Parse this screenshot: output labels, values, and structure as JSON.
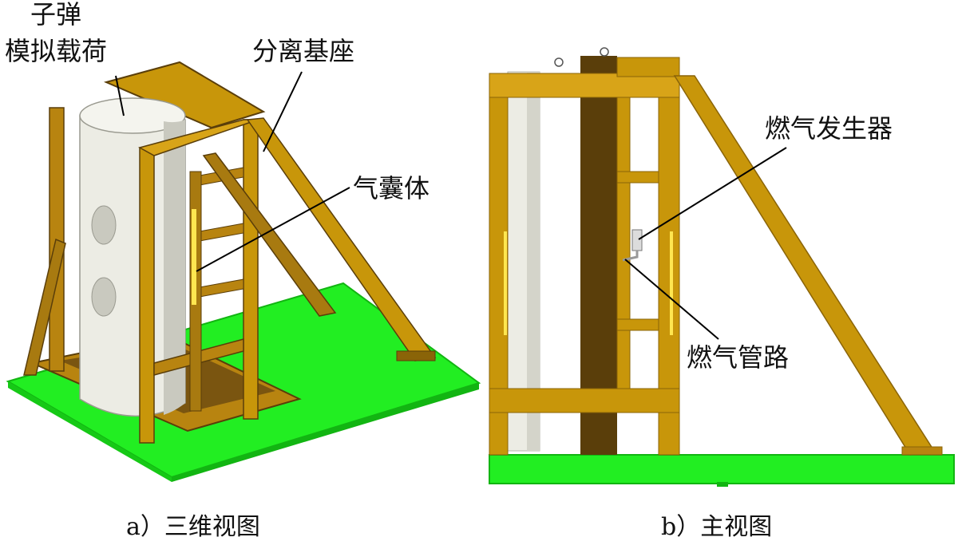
{
  "figure": {
    "panel_a": {
      "caption": "a）三维视图",
      "labels": {
        "payload_line1": "子弹",
        "payload_line2": "模拟载荷",
        "base": "分离基座",
        "airbag": "气囊体"
      }
    },
    "panel_b": {
      "caption": "b）主视图",
      "labels": {
        "gas_generator": "燃气发生器",
        "gas_pipe": "燃气管路"
      }
    }
  },
  "colors": {
    "frame": "#c8960a",
    "frame_dark": "#8a6408",
    "frame_shadow": "#5a3e0a",
    "plate": "#22ee22",
    "plate_dark": "#12b512",
    "cylinder": "#ecece4",
    "cylinder_shade": "#c9c9bf",
    "accent": "#ffe650"
  }
}
